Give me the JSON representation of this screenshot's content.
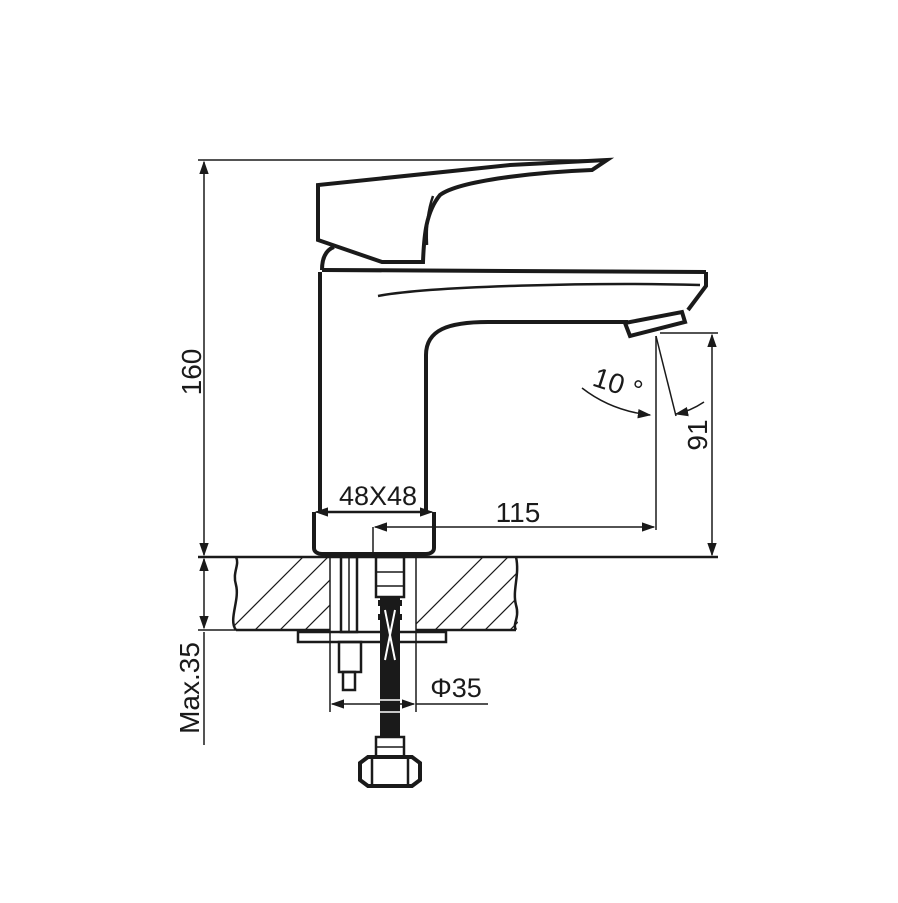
{
  "dimensions": {
    "overall_height": "160",
    "base_size": "48X48",
    "spout_reach": "115",
    "spout_clearance": "91",
    "spout_angle": "10 °",
    "max_counter_thickness": "Max.35",
    "hole_diameter": "Φ35"
  },
  "colors": {
    "line": "#1a1a1a",
    "background": "#ffffff"
  }
}
